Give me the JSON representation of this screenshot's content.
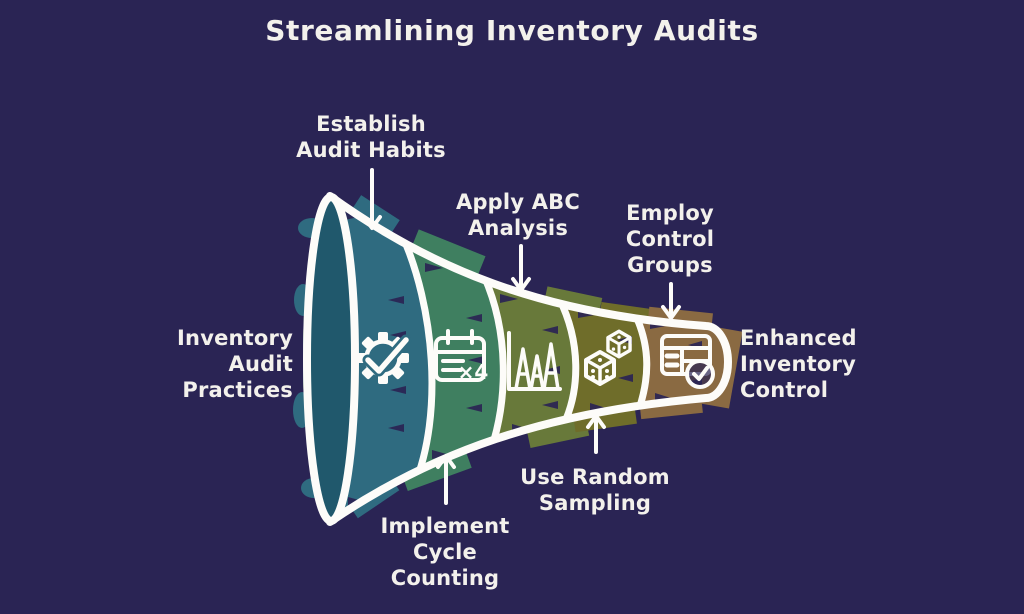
{
  "title": "Streamlining Inventory Audits",
  "colors": {
    "bg": "#2a2454",
    "text": "#f3f1ec",
    "outline": "#fdfcf9",
    "mouth": "#20586c",
    "seg1": "#2f6b80",
    "seg2": "#3f7f60",
    "seg3": "#68793a",
    "seg4": "#6f6d2a",
    "seg5": "#8a6a42"
  },
  "funnel": {
    "input_label": "Inventory\nAudit\nPractices",
    "output_label": "Enhanced\nInventory\nControl",
    "stages": [
      {
        "label": "Establish\nAudit Habits",
        "icon": "gear-check-icon",
        "callout": "top"
      },
      {
        "label": "Implement\nCycle\nCounting",
        "icon": "calendar-x4-icon",
        "icon_text": "×4",
        "callout": "bottom"
      },
      {
        "label": "Apply ABC\nAnalysis",
        "icon": "peaks-chart-icon",
        "callout": "top"
      },
      {
        "label": "Use Random\nSampling",
        "icon": "dice-icon",
        "callout": "bottom"
      },
      {
        "label": "Employ\nControl\nGroups",
        "icon": "table-check-icon",
        "callout": "top"
      }
    ]
  }
}
